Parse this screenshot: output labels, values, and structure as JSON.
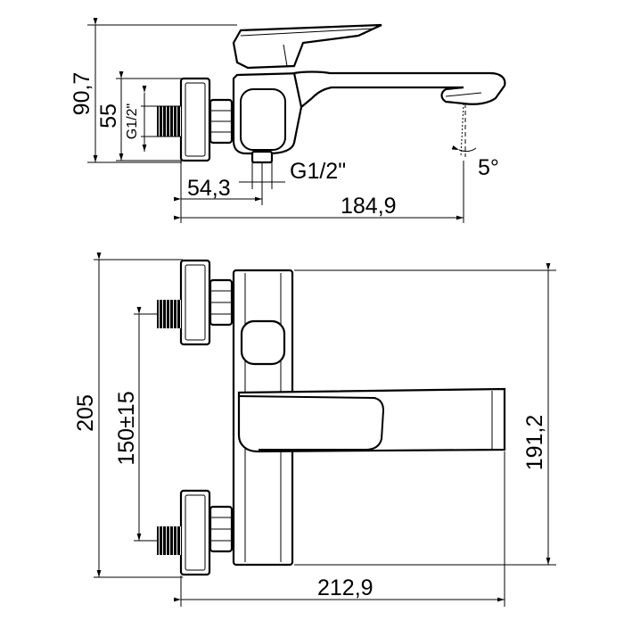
{
  "drawing": {
    "side_view": {
      "height_total": "90,7",
      "height_body": "55",
      "inlet_thread": "G1/2\"",
      "outlet_thread": "G1/2\"",
      "offset": "54,3",
      "length": "184,9",
      "spout_angle": "5°"
    },
    "front_view": {
      "height_total": "205",
      "centers": "150±15",
      "height_spout": "191,2",
      "width_total": "212,9"
    }
  }
}
